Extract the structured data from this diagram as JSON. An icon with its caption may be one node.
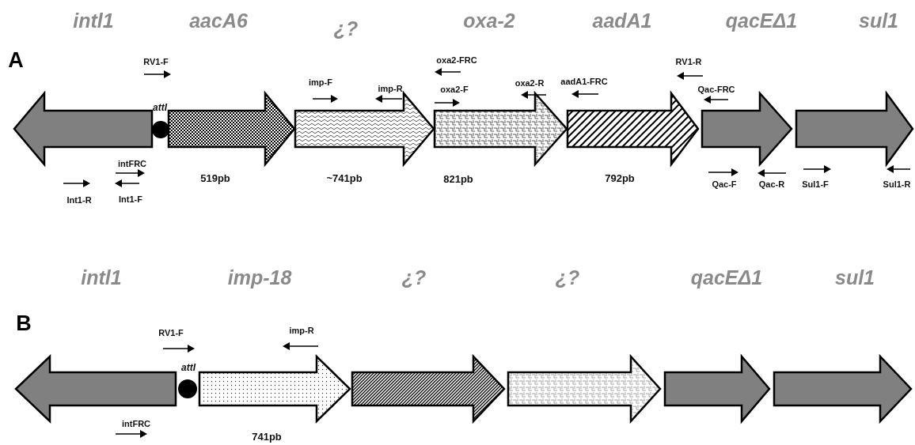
{
  "diagram": {
    "labels": [
      "intl1",
      "aacA6",
      "¿?",
      "oxa-2",
      "aadA1",
      "qacEΔ1",
      "sul1",
      "A",
      "RV1-F",
      "oxa2-FRC",
      "RV1-R",
      "imp-F",
      "imp-R",
      "oxa2-F",
      "oxa2-R",
      "aadA1-FRC",
      "Qac-FRC",
      "attI",
      "intFRC",
      "519pb",
      "~741pb",
      "821pb",
      "792pb",
      "Int1-R",
      "Int1-F",
      "Qac-F",
      "Qac-R",
      "Sul1-F",
      "Sul1-R",
      "intl1",
      "imp-18",
      "¿?",
      "¿?",
      "qacEΔ1",
      "sul1",
      "B",
      "RV1-F",
      "imp-R",
      "attI",
      "intFRC",
      "741pb"
    ]
  }
}
